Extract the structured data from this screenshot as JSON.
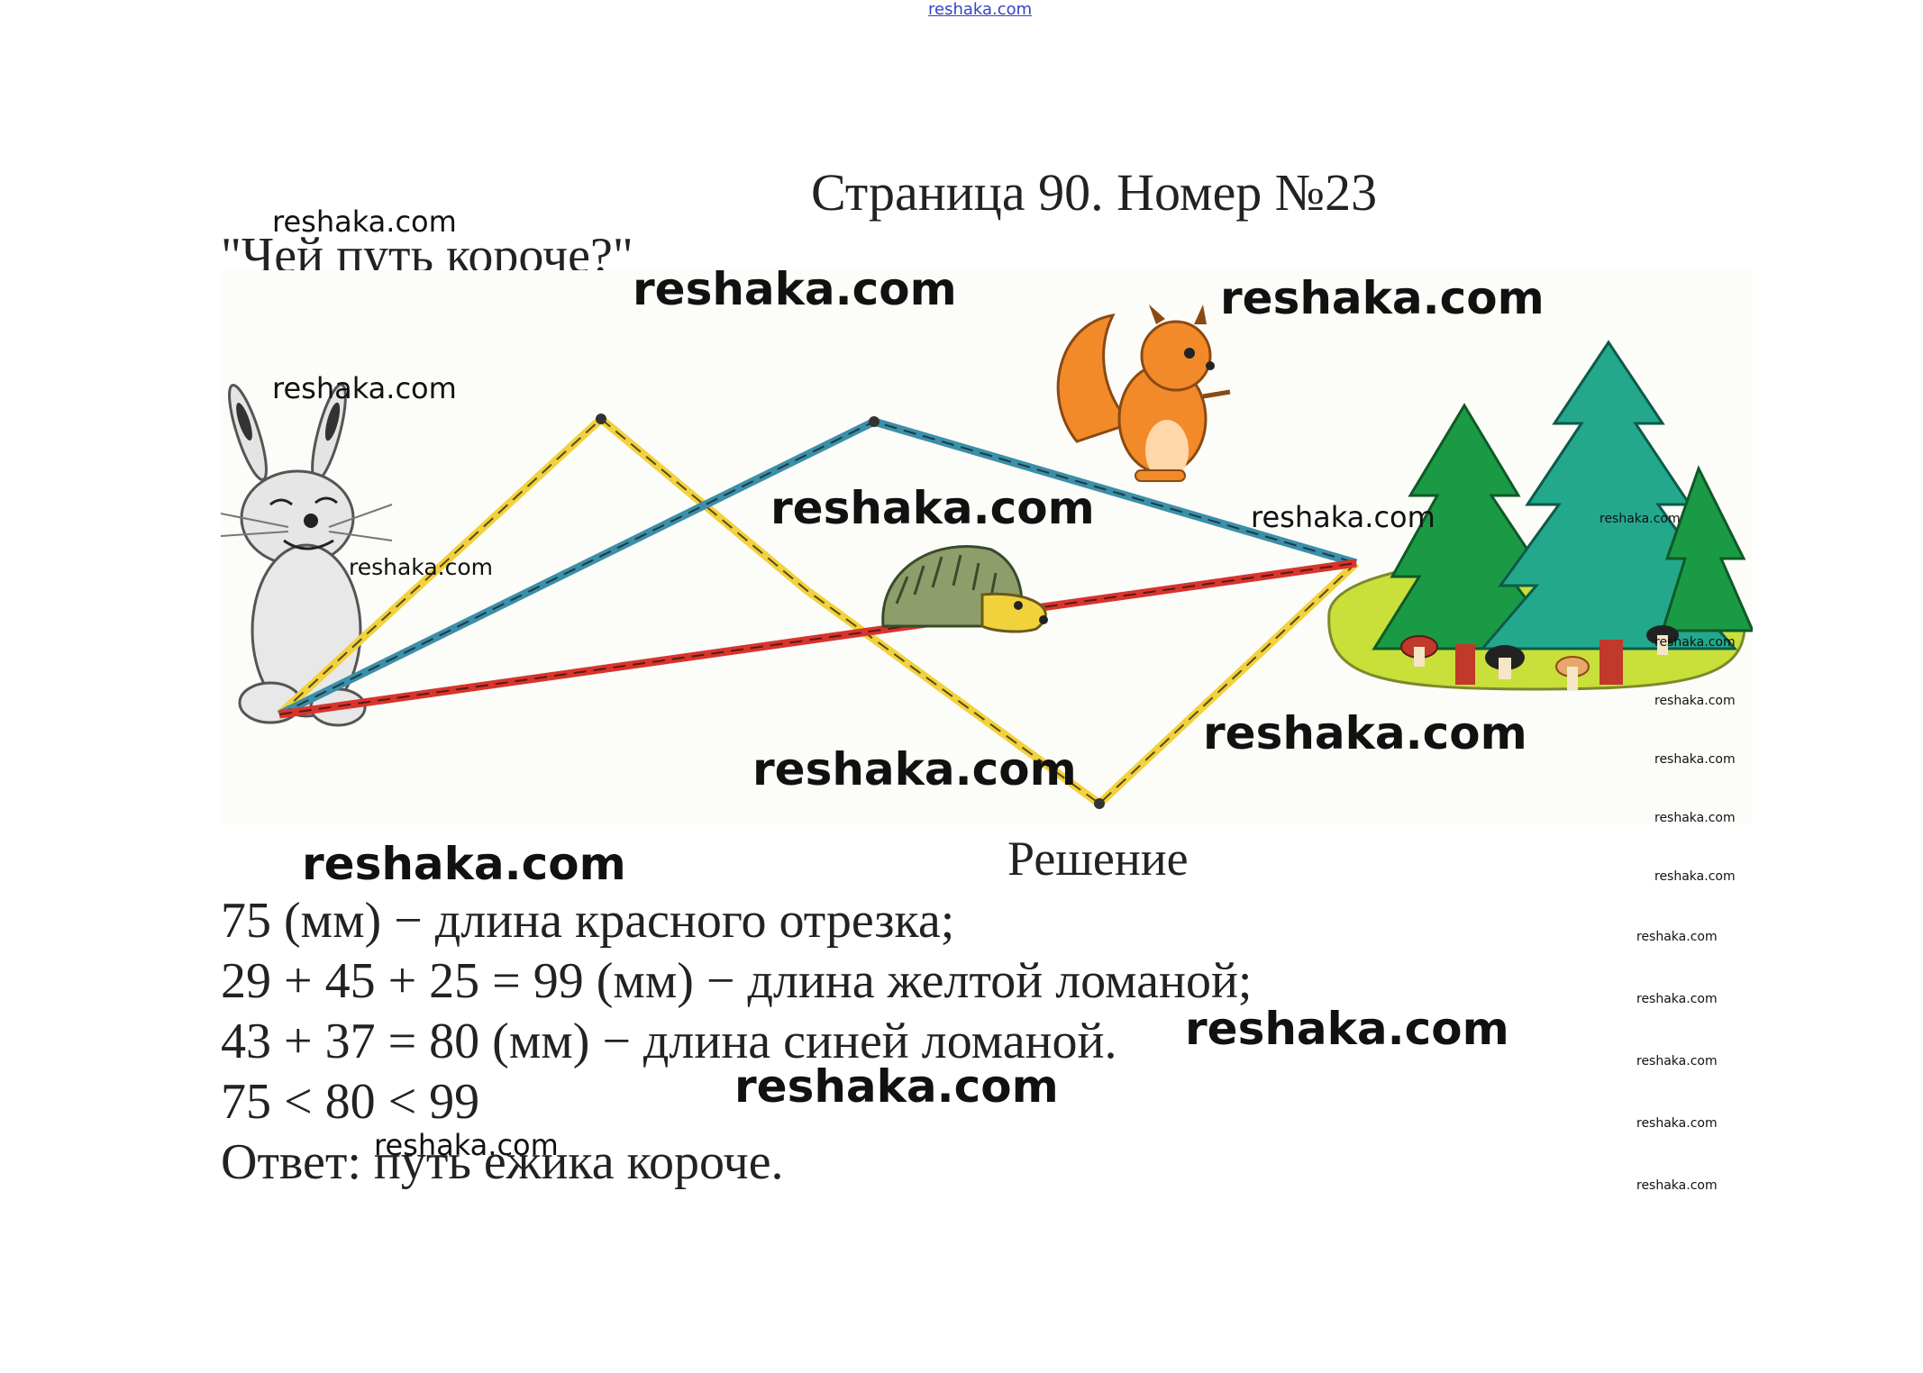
{
  "site_header": "reshaka.com",
  "page_title": "Страница 90. Номер №23",
  "task_title": "\"Чей путь короче?\"",
  "solution_heading": "Решение",
  "solution_lines": [
    "75 (мм) − длина красного отрезка;",
    "29 + 45 + 25 = 99 (мм) − длина желтой ломаной;",
    "43 + 37 = 80 (мм) − длина синей ломаной.",
    "75 < 80 < 99",
    "Ответ: путь ежика короче."
  ],
  "watermark": "reshaka.com",
  "path_colors": {
    "yellow": "#f2d23c",
    "blue": "#3b8fa8",
    "red": "#d8342c"
  },
  "icons": [
    "rabbit-icon",
    "squirrel-icon",
    "hedgehog-icon",
    "fir-tree-icon",
    "mushroom-icon"
  ]
}
